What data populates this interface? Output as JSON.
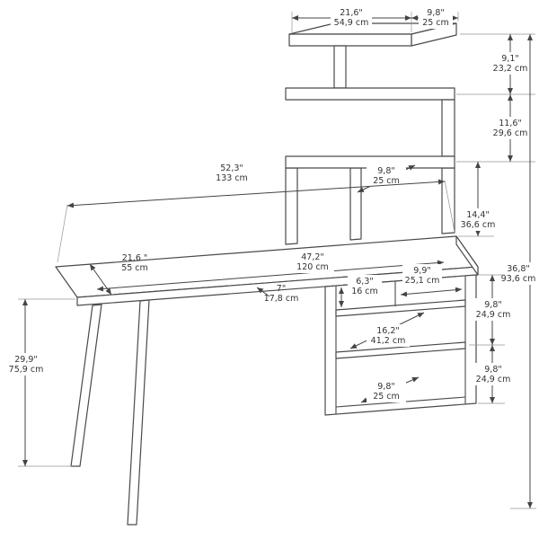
{
  "style": {
    "background": "#ffffff",
    "line_color": "#4a4a4a",
    "dimension_color": "#444444",
    "text_color": "#333333"
  },
  "labels": {
    "top_width": {
      "in": "21,6\"",
      "cm": "54,9 cm"
    },
    "top_depth": {
      "in": "9,8\"",
      "cm": "25 cm"
    },
    "upper_section_height": {
      "in": "9,1\"",
      "cm": "23,2 cm"
    },
    "middle_section_height": {
      "in": "11,6\"",
      "cm": "29,6 cm"
    },
    "shelf_depth": {
      "in": "9,8\"",
      "cm": "25 cm"
    },
    "total_width": {
      "in": "52,3\"",
      "cm": "133 cm"
    },
    "lower_section_height": {
      "in": "14,4\"",
      "cm": "36,6 cm"
    },
    "tower_height": {
      "in": "36,8\"",
      "cm": "93,6 cm"
    },
    "desk_depth": {
      "in": "21,6 \"",
      "cm": "55 cm"
    },
    "desktop_width": {
      "in": "47,2\"",
      "cm": "120 cm"
    },
    "front_gap": {
      "in": "7\"",
      "cm": "17,8 cm"
    },
    "niche_height": {
      "in": "6,3\"",
      "cm": "16 cm"
    },
    "niche_width": {
      "in": "9,9\"",
      "cm": "25,1 cm"
    },
    "compartment_upper": {
      "in": "9,8\"",
      "cm": "24,9 cm"
    },
    "compartment_lower": {
      "in": "9,8\"",
      "cm": "24,9 cm"
    },
    "cabinet_inner_width": {
      "in": "16,2\"",
      "cm": "41,2 cm"
    },
    "cabinet_depth": {
      "in": "9,8\"",
      "cm": "25 cm"
    },
    "desk_height": {
      "in": "29,9\"",
      "cm": "75,9 cm"
    }
  }
}
